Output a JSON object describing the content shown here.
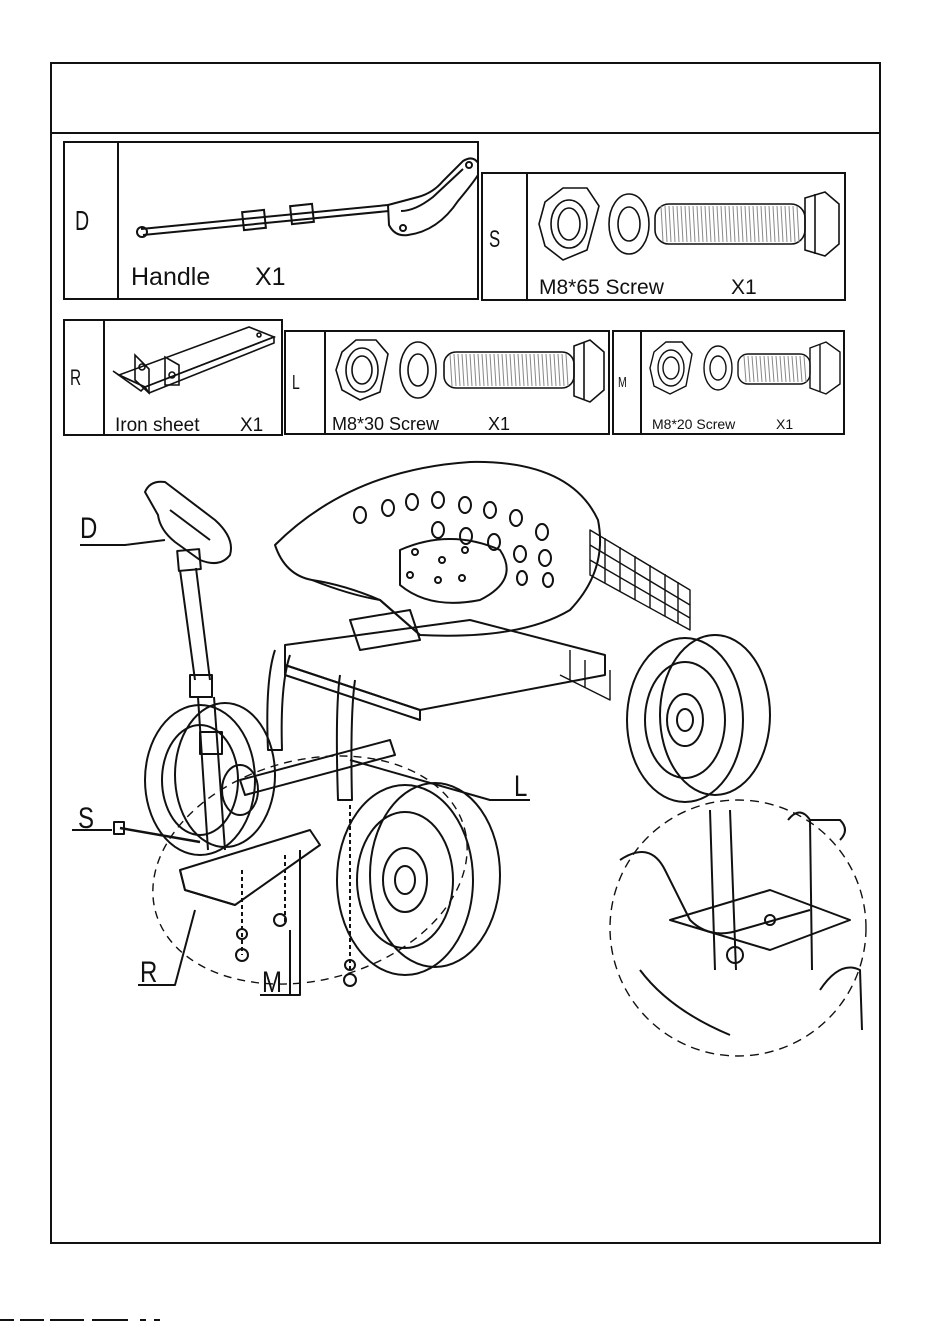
{
  "parts": {
    "D": {
      "letter": "D",
      "label": "Handle",
      "qty": "X1"
    },
    "S": {
      "letter": "S",
      "label": "M8*65   Screw",
      "qty": "X1"
    },
    "R": {
      "letter": "R",
      "label": "Iron sheet",
      "qty": "X1"
    },
    "L": {
      "letter": "L",
      "label": "M8*30   Screw",
      "qty": "X1"
    },
    "M": {
      "letter": "M",
      "label": "M8*20   Screw",
      "qty": "X1"
    }
  },
  "callouts": {
    "D": "D",
    "S": "S",
    "L": "L",
    "R": "R",
    "M": "M"
  },
  "colors": {
    "line": "#111111",
    "hatch": "#777777",
    "paper": "#ffffff"
  }
}
